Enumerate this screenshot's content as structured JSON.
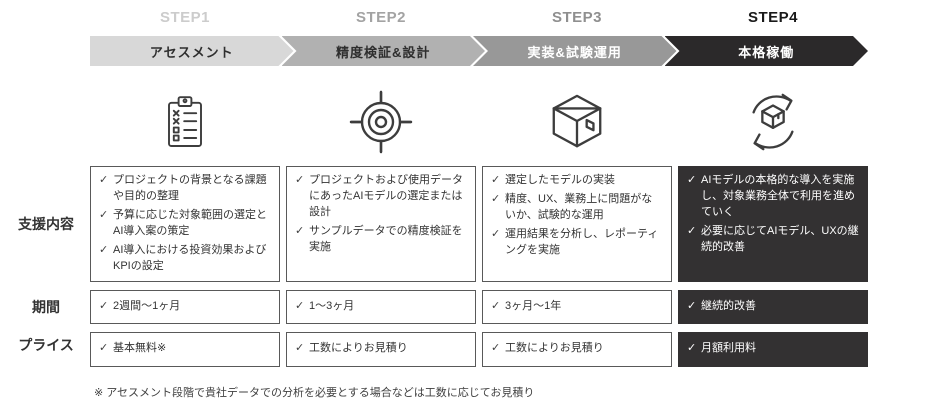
{
  "checkmark": "✓",
  "rows": {
    "support_label": "支援内容",
    "period_label": "期間",
    "price_label": "プライス"
  },
  "steps": [
    {
      "step_label": "STEP1",
      "phase_label": "アセスメント",
      "icon": "clipboard-checklist-icon",
      "support_items": [
        "プロジェクトの背景となる課題や目的の整理",
        "予算に応じた対象範囲の選定とAI導入案の策定",
        "AI導入における投資効果およびKPIの設定"
      ],
      "period": "2週間～1ヶ月",
      "price": "基本無料※",
      "colors": {
        "step_label": "#cccccc",
        "chevron_bg": "#d8d8d8",
        "chevron_text": "#2e2e2e"
      }
    },
    {
      "step_label": "STEP2",
      "phase_label": "精度検証&設計",
      "icon": "target-icon",
      "support_items": [
        "プロジェクトおよび使用データにあったAIモデルの選定または設計",
        "サンプルデータでの精度検証を実施"
      ],
      "period": "1～3ヶ月",
      "price": "工数によりお見積り",
      "colors": {
        "step_label": "#a3a3a3",
        "chevron_bg": "#b1b1b1",
        "chevron_text": "#2e2e2e"
      }
    },
    {
      "step_label": "STEP3",
      "phase_label": "実装&試験運用",
      "icon": "package-box-icon",
      "support_items": [
        "選定したモデルの実装",
        "精度、UX、業務上に問題がないか、試験的な運用",
        "運用結果を分析し、レポーティングを実施"
      ],
      "period": "3ヶ月～1年",
      "price": "工数によりお見積り",
      "colors": {
        "step_label": "#8f8f8f",
        "chevron_bg": "#989898",
        "chevron_text": "#ffffff"
      }
    },
    {
      "step_label": "STEP4",
      "phase_label": "本格稼働",
      "icon": "cycle-box-icon",
      "support_items": [
        "AIモデルの本格的な導入を実施し、対象業務全体で利用を進めていく",
        "必要に応じてAIモデル、UXの継続的改善"
      ],
      "period": "継続的改善",
      "price": "月額利用料",
      "colors": {
        "step_label": "#1a1a1a",
        "chevron_bg": "#2b292a",
        "chevron_text": "#ffffff"
      }
    }
  ],
  "colors": {
    "dark_box_bg": "#333132",
    "box_border": "#595959",
    "icon_stroke": "#3d3d3d"
  },
  "footnote": "※ アセスメント段階で貴社データでの分析を必要とする場合などは工数に応じてお見積り"
}
